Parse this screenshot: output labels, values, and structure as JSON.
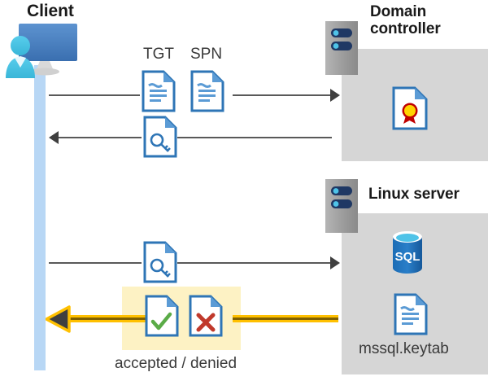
{
  "diagram": {
    "type": "sequence-flow",
    "title_client": "Client",
    "title_domain_controller": "Domain controller",
    "title_linux_server": "Linux server",
    "labels": {
      "tgt": "TGT",
      "spn": "SPN",
      "keytab_file": "mssql.keytab",
      "accepted_denied": "accepted / denied"
    },
    "icons": {
      "client": "client-workstation-icon",
      "server": "server-rack-icon",
      "certificate": "certificate-document-icon",
      "ticket": "ticket-document-icon",
      "key": "key-document-icon",
      "sql": "sql-database-icon",
      "keytab": "text-document-icon",
      "accepted": "check-document-icon",
      "denied": "cross-document-icon"
    },
    "sql_label": "SQL",
    "colors": {
      "panel_gray": "#d6d6d6",
      "lifeline_blue": "#b8d7f5",
      "doc_blue": "#3b7fc4",
      "doc_fold_blue": "#5b9bd5",
      "connector_gray": "#595959",
      "highlight_yellow": "#fdf2c4",
      "arrow_gold": "#ffc000",
      "arrow_gold_dark": "#7f6000",
      "check_green": "#5aab47",
      "cross_red": "#c0392b",
      "cert_red": "#c00000",
      "cert_gold": "#ffd400",
      "sql_blue": "#1b6cb5",
      "server_gray": "#9c9c9c",
      "server_navy": "#1f3864",
      "monitor_blue": "#4a82c4",
      "person_cyan": "#41c3e8"
    },
    "flows": [
      {
        "id": "flow-1",
        "direction": "right",
        "from": "client",
        "to": "domain-controller",
        "carries": [
          "TGT",
          "SPN"
        ]
      },
      {
        "id": "flow-2",
        "direction": "left",
        "from": "domain-controller",
        "to": "client",
        "carries": [
          "key-document-icon"
        ]
      },
      {
        "id": "flow-3",
        "direction": "right",
        "from": "client",
        "to": "linux-server",
        "carries": [
          "key-document-icon"
        ]
      },
      {
        "id": "flow-4",
        "direction": "left",
        "from": "linux-server",
        "to": "client",
        "carries": [
          "accepted / denied"
        ],
        "style": "gold"
      }
    ]
  }
}
